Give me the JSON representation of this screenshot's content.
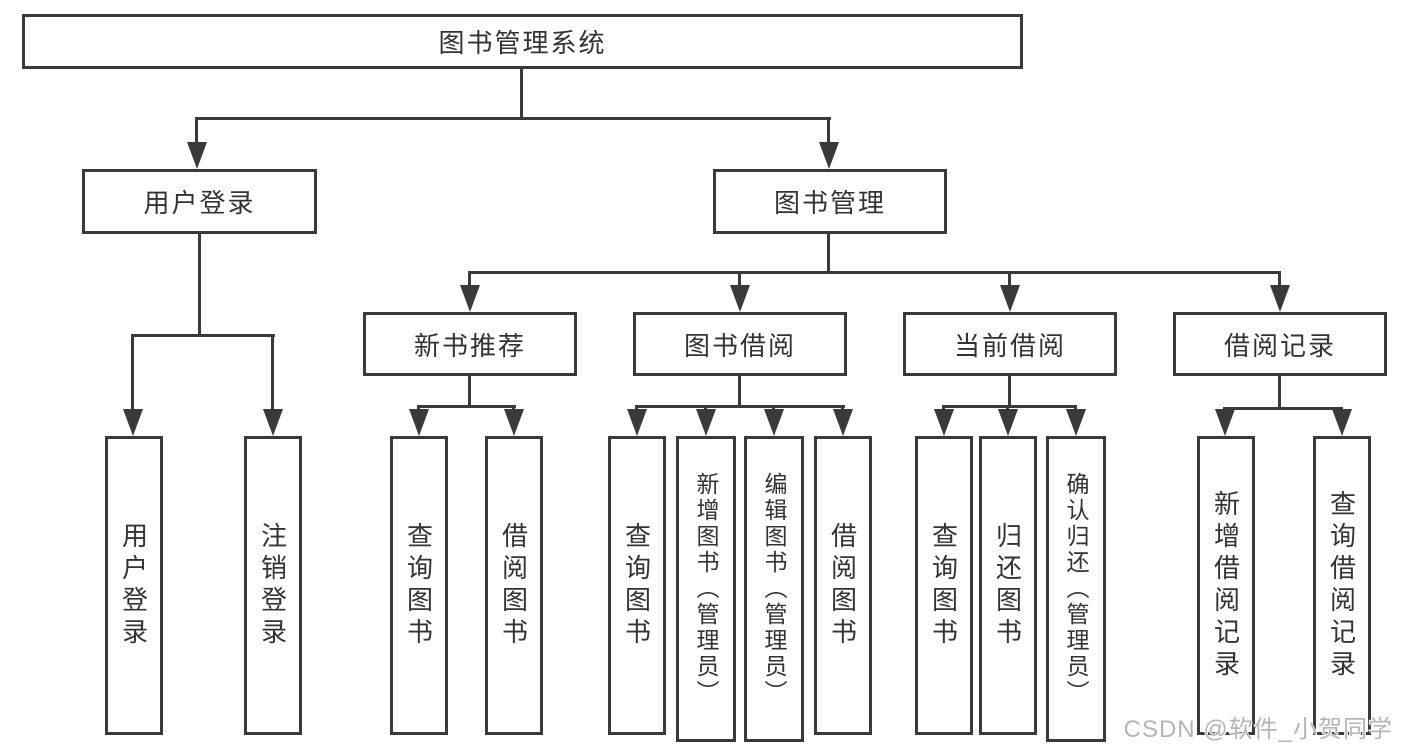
{
  "nodes": {
    "root": "图书管理系统",
    "user_login": "用户登录",
    "book_management": "图书管理",
    "new_book_recommend": "新书推荐",
    "book_borrow": "图书借阅",
    "current_borrow": "当前借阅",
    "borrow_records": "借阅记录"
  },
  "leaves": {
    "login": [
      "用户登录",
      "注销登录"
    ],
    "recommend": [
      "查询图书",
      "借阅图书"
    ],
    "borrow": [
      "查询图书",
      "新增图书（管理员）",
      "编辑图书（管理员）",
      "借阅图书"
    ],
    "current": [
      "查询图书",
      "归还图书",
      "确认归还（管理员）"
    ],
    "records": [
      "新增借阅记录",
      "查询借阅记录"
    ]
  },
  "watermark": "CSDN @软件_小贺同学",
  "colors": {
    "line": "#3a3a3a",
    "text": "#333333",
    "watermark_gray": "#b5b5b5",
    "background": "#ffffff"
  }
}
